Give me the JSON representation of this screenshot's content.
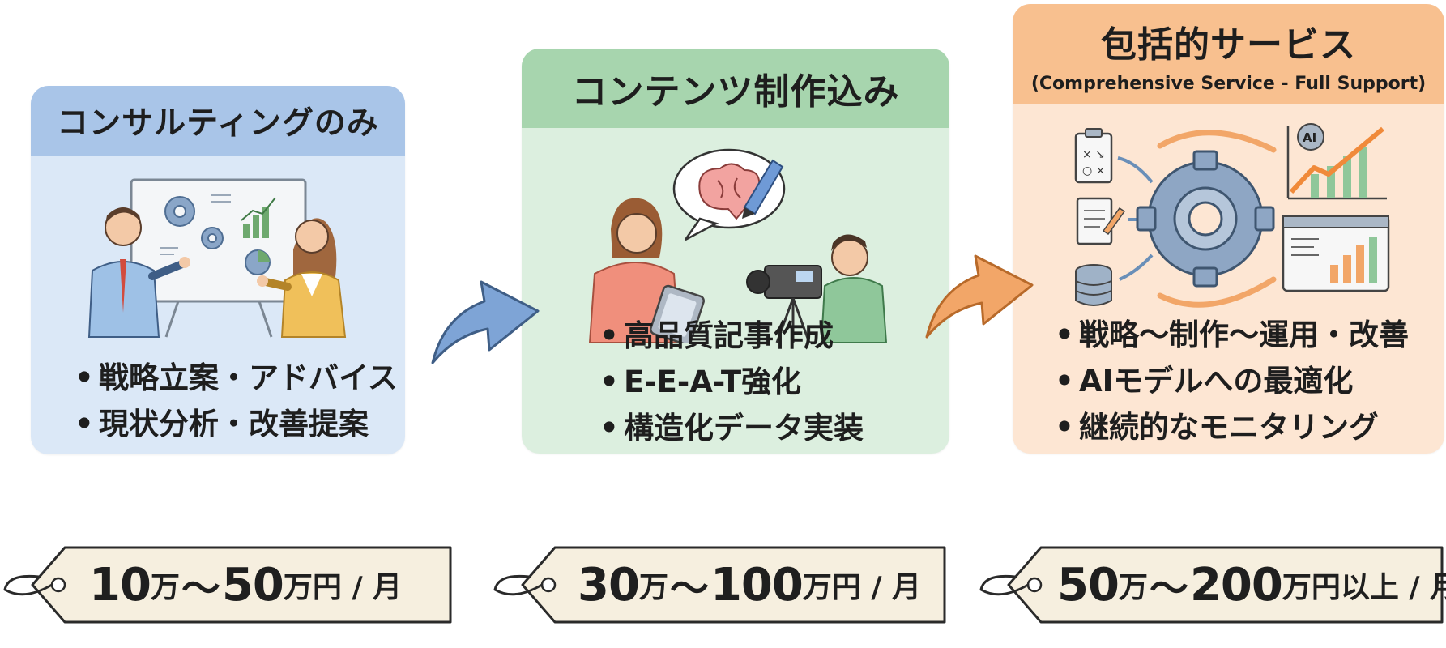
{
  "colors": {
    "consult_header": "#a9c5e8",
    "consult_body": "#dbe8f7",
    "content_header": "#a7d5ae",
    "content_body": "#dcefdf",
    "full_header": "#f8c08f",
    "full_body": "#fde6d3",
    "tag_fill": "#f6efdf",
    "tag_stroke": "#2a2a2a",
    "arrow_blue": "#7ea4d6",
    "arrow_orange": "#f2a668"
  },
  "plans": [
    {
      "title": "コンサルティングのみ",
      "subtitle": "",
      "bullets": [
        "戦略立案・アドバイス",
        "現状分析・改善提案"
      ],
      "price": {
        "from": "10",
        "to": "50",
        "unit_from": "万",
        "sep": "〜",
        "unit_to": "万円",
        "suffix": " / 月"
      },
      "icons": [
        "whiteboard-icon",
        "gear-icon",
        "bar-chart-icon",
        "pie-chart-icon",
        "consultant-man-icon",
        "consultant-woman-icon"
      ]
    },
    {
      "title": "コンテンツ制作込み",
      "subtitle": "",
      "bullets": [
        "高品質記事作成",
        "E-E-A-T強化",
        "構造化データ実装"
      ],
      "price": {
        "from": "30",
        "to": "100",
        "unit_from": "万",
        "sep": "〜",
        "unit_to": "万円",
        "suffix": " / 月"
      },
      "icons": [
        "brain-icon",
        "pen-icon",
        "speech-bubble-icon",
        "writer-woman-icon",
        "tablet-icon",
        "video-camera-icon",
        "cameraman-icon"
      ]
    },
    {
      "title": "包括的サービス",
      "subtitle": "(Comprehensive Service - Full Support)",
      "bullets": [
        "戦略〜制作〜運用・改善",
        "AIモデルへの最適化",
        "継続的なモニタリング"
      ],
      "price": {
        "from": "50",
        "to": "200",
        "unit_from": "万",
        "sep": "〜",
        "unit_to": "万円以上",
        "suffix": " / 月"
      },
      "icons": [
        "clipboard-strategy-icon",
        "document-icon",
        "database-icon",
        "big-gear-icon",
        "ai-growth-chart-icon",
        "dashboard-chart-icon"
      ]
    }
  ]
}
